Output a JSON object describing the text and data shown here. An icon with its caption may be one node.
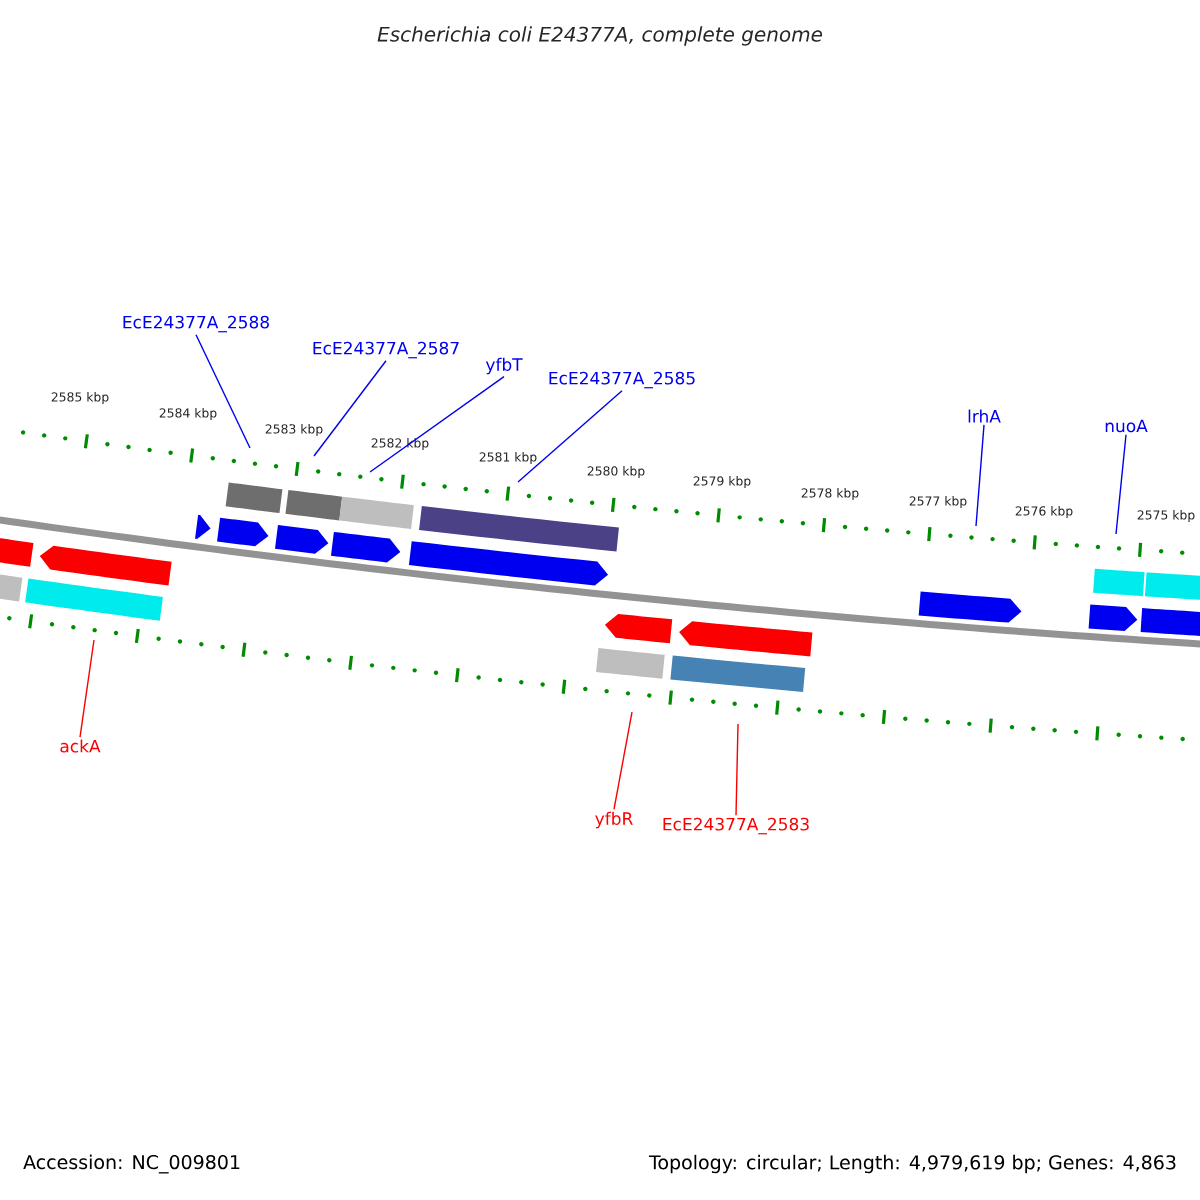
{
  "diagram": {
    "title": "Escherichia coli E24377A, complete genome",
    "nodes": [
      {
        "text": [
          "EcE24377A_2588"
        ]
      },
      {
        "text": [
          "EcE24377A_2587"
        ]
      },
      {
        "text": [
          "yfbT"
        ]
      },
      {
        "text": [
          "EcE24377A_2585"
        ]
      },
      {
        "text": [
          "lrhA"
        ]
      },
      {
        "text": [
          "nuoA"
        ]
      },
      {
        "text": [
          "ackA"
        ]
      },
      {
        "text": [
          "yfbR"
        ]
      },
      {
        "text": [
          "EcE24377A_2583"
        ]
      }
    ],
    "edges": [
      {
        "from": 0,
        "to": null,
        "arrow": "none",
        "color": "#0000ff"
      },
      {
        "from": 1,
        "to": null,
        "arrow": "none",
        "color": "#0000ff"
      },
      {
        "from": 2,
        "to": null,
        "arrow": "none",
        "color": "#0000ff"
      },
      {
        "from": 3,
        "to": null,
        "arrow": "none",
        "color": "#0000ff"
      },
      {
        "from": 4,
        "to": null,
        "arrow": "none",
        "color": "#0000ff"
      },
      {
        "from": 5,
        "to": null,
        "arrow": "none",
        "color": "#0000ff"
      },
      {
        "from": 6,
        "to": null,
        "arrow": "none",
        "color": "#ff0000"
      },
      {
        "from": 7,
        "to": null,
        "arrow": "none",
        "color": "#ff0000"
      },
      {
        "from": 8,
        "to": null,
        "arrow": "none",
        "color": "#ff0000"
      }
    ],
    "labels": [
      "2585 kbp",
      "2584 kbp",
      "2583 kbp",
      "2582 kbp",
      "2581 kbp",
      "2580 kbp",
      "2579 kbp",
      "2578 kbp",
      "2577 kbp",
      "2576 kbp",
      "2575 kbp",
      "Accession: NC_009801",
      "Topology: circular; Length: 4,979,619 bp; Genes: 4,863"
    ]
  }
}
